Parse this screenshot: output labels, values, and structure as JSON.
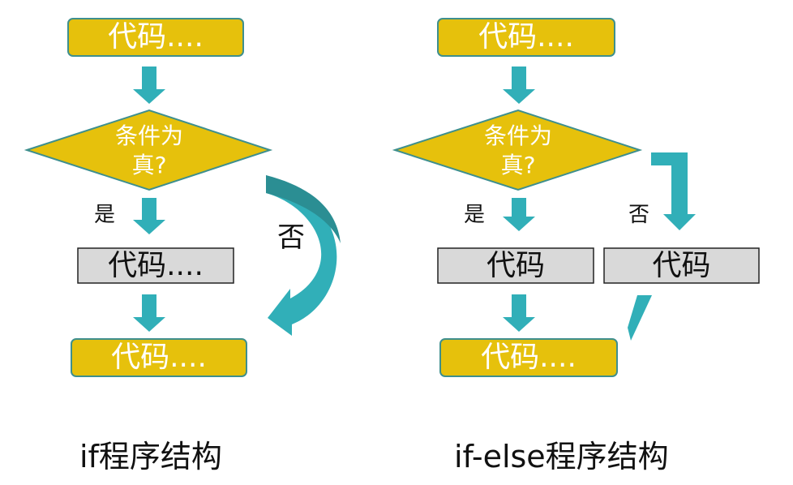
{
  "colors": {
    "process_fill": "#E6C10C",
    "process_stroke": "#3E8F8E",
    "code_box_fill": "#D9D9D9",
    "code_box_stroke": "#222222",
    "arrow": "#31AFB8",
    "curved_arrow_dark": "#2B8E93"
  },
  "if_diagram": {
    "start_label": "代码....",
    "decision_label_line1": "条件为",
    "decision_label_line2": "真?",
    "yes_label": "是",
    "no_label": "否",
    "body_label": "代码....",
    "end_label": "代码....",
    "caption": "if程序结构"
  },
  "if_else_diagram": {
    "start_label": "代码....",
    "decision_label_line1": "条件为",
    "decision_label_line2": "真?",
    "yes_label": "是",
    "no_label": "否",
    "yes_body_label": "代码",
    "no_body_label": "代码",
    "end_label": "代码....",
    "caption": "if-else程序结构"
  }
}
